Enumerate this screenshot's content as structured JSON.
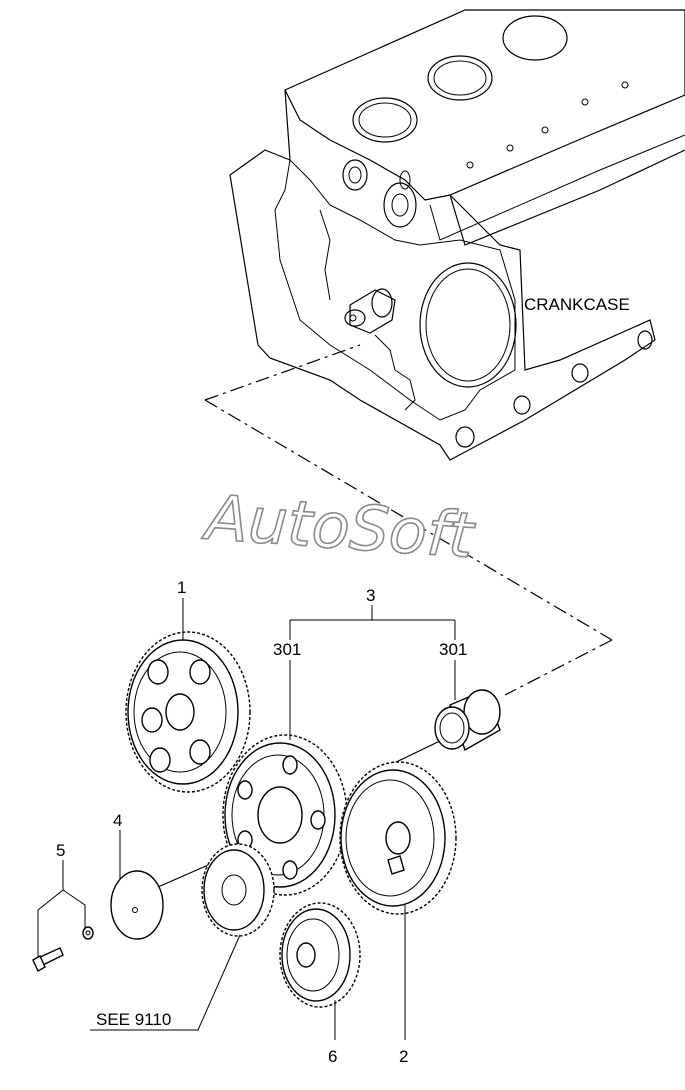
{
  "labels": {
    "crankcase": "CRANKCASE",
    "watermark": "AutoSoft",
    "see_ref": "SEE 9110",
    "callouts": {
      "p1": "1",
      "p2": "2",
      "p3": "3",
      "p301a": "301",
      "p301b": "301",
      "p4": "4",
      "p5": "5",
      "p6": "6"
    }
  },
  "colors": {
    "line": "#000000",
    "watermark_outline": "#8a8a8a",
    "background": "#ffffff"
  }
}
